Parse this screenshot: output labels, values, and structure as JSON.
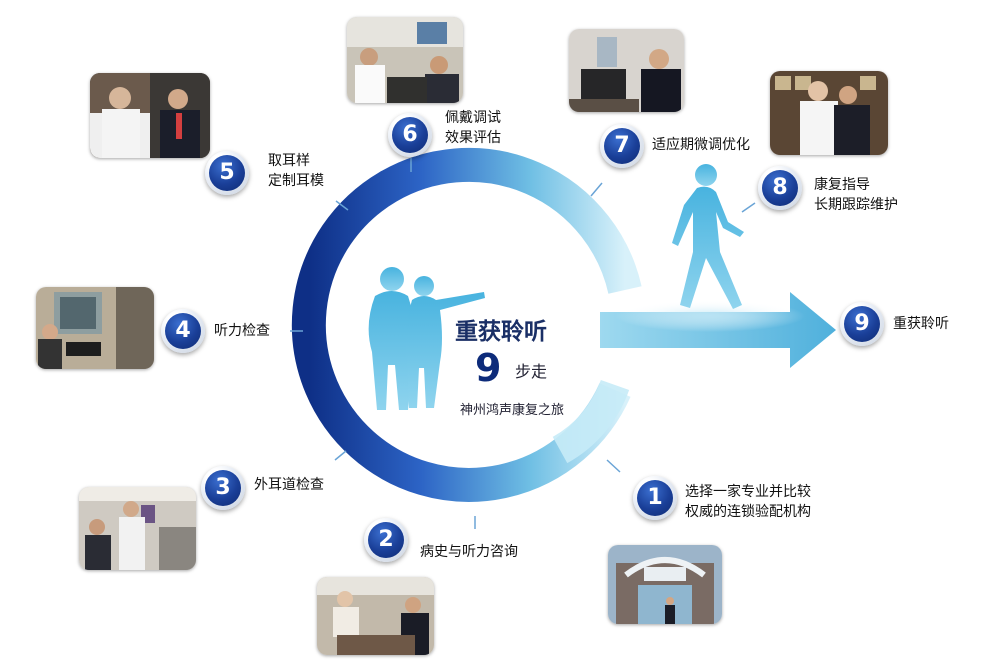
{
  "center": {
    "title": "重获聆听",
    "number": "9",
    "suffix": "步走",
    "subtitle": "神州鸿声康复之旅"
  },
  "steps": [
    {
      "num": "1",
      "line1": "选择一家专业并比较",
      "line2": "权威的连锁验配机构"
    },
    {
      "num": "2",
      "line1": "病史与听力咨询"
    },
    {
      "num": "3",
      "line1": "外耳道检查"
    },
    {
      "num": "4",
      "line1": "听力检查"
    },
    {
      "num": "5",
      "line1": "取耳样",
      "line2": "定制耳模"
    },
    {
      "num": "6",
      "line1": "佩戴调试",
      "line2": "效果评估"
    },
    {
      "num": "7",
      "line1": "适应期微调优化"
    },
    {
      "num": "8",
      "line1": "康复指导",
      "line2": "长期跟踪维护"
    },
    {
      "num": "9",
      "line1": "重获聆听"
    }
  ],
  "colors": {
    "dark_blue": "#123a96",
    "light_blue": "#8fd3ec",
    "badge": "#1a3f98"
  },
  "icons": [
    "walking-person-icon",
    "couple-silhouette-icon"
  ]
}
